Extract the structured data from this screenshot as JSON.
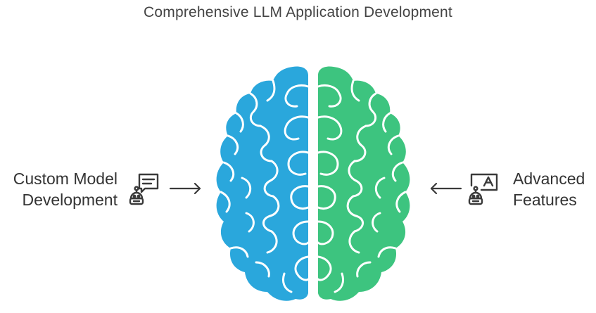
{
  "title": "Comprehensive LLM Application Development",
  "left_item": {
    "line1": "Custom Model",
    "line2": "Development",
    "icon": "robot-chat-icon"
  },
  "right_item": {
    "line1": "Advanced",
    "line2": "Features",
    "icon": "robot-text-icon"
  },
  "colors": {
    "left_hemisphere": "#2aa7dc",
    "right_hemisphere": "#3dc47f",
    "text": "#333333",
    "outline": "#ffffff"
  }
}
